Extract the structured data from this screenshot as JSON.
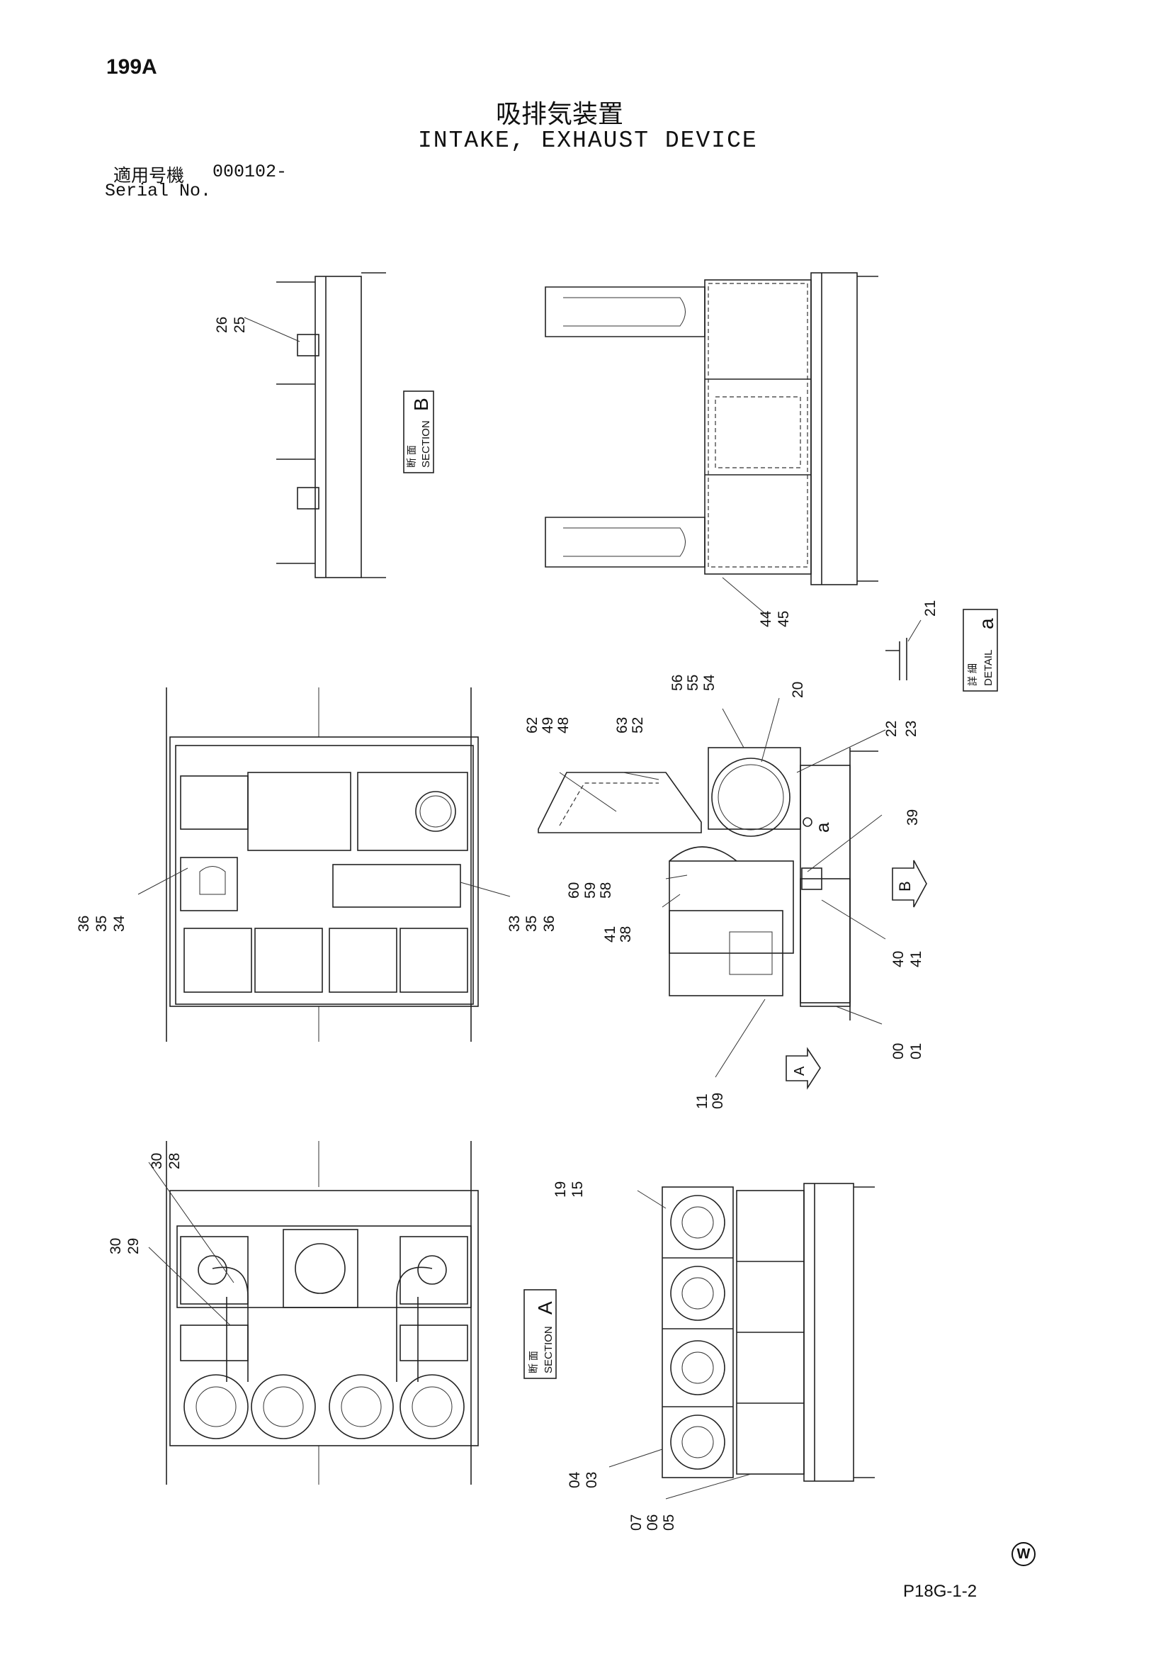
{
  "page_number": "199A",
  "title_jp": "吸排気装置",
  "title_en": "INTAKE,  EXHAUST DEVICE",
  "serial_label_jp": "適用号機",
  "serial_value": "000102-",
  "serial_label_en": "Serial No.",
  "page_ref": "P18G-1-2",
  "copyright_mark": "W",
  "section_b": {
    "jp": "断 面",
    "en": "SECTION",
    "letter": "B"
  },
  "section_a": {
    "jp": "断 面",
    "en": "SECTION",
    "letter": "A"
  },
  "detail_a": {
    "jp": "詳 細",
    "en": "DETAIL",
    "letter": "a"
  },
  "view_marker_a": "A",
  "view_marker_b": "B",
  "detail_marker_a": "a",
  "callouts": [
    "26",
    "25",
    "44",
    "45",
    "21",
    "56",
    "55",
    "54",
    "62",
    "49",
    "48",
    "63",
    "52",
    "20",
    "22",
    "23",
    "39",
    "36",
    "35",
    "34",
    "33",
    "35",
    "36",
    "60",
    "59",
    "58",
    "41",
    "38",
    "40",
    "41",
    "00",
    "01",
    "11",
    "09",
    "30",
    "28",
    "30",
    "29",
    "19",
    "15",
    "04",
    "03",
    "07",
    "06",
    "05"
  ]
}
